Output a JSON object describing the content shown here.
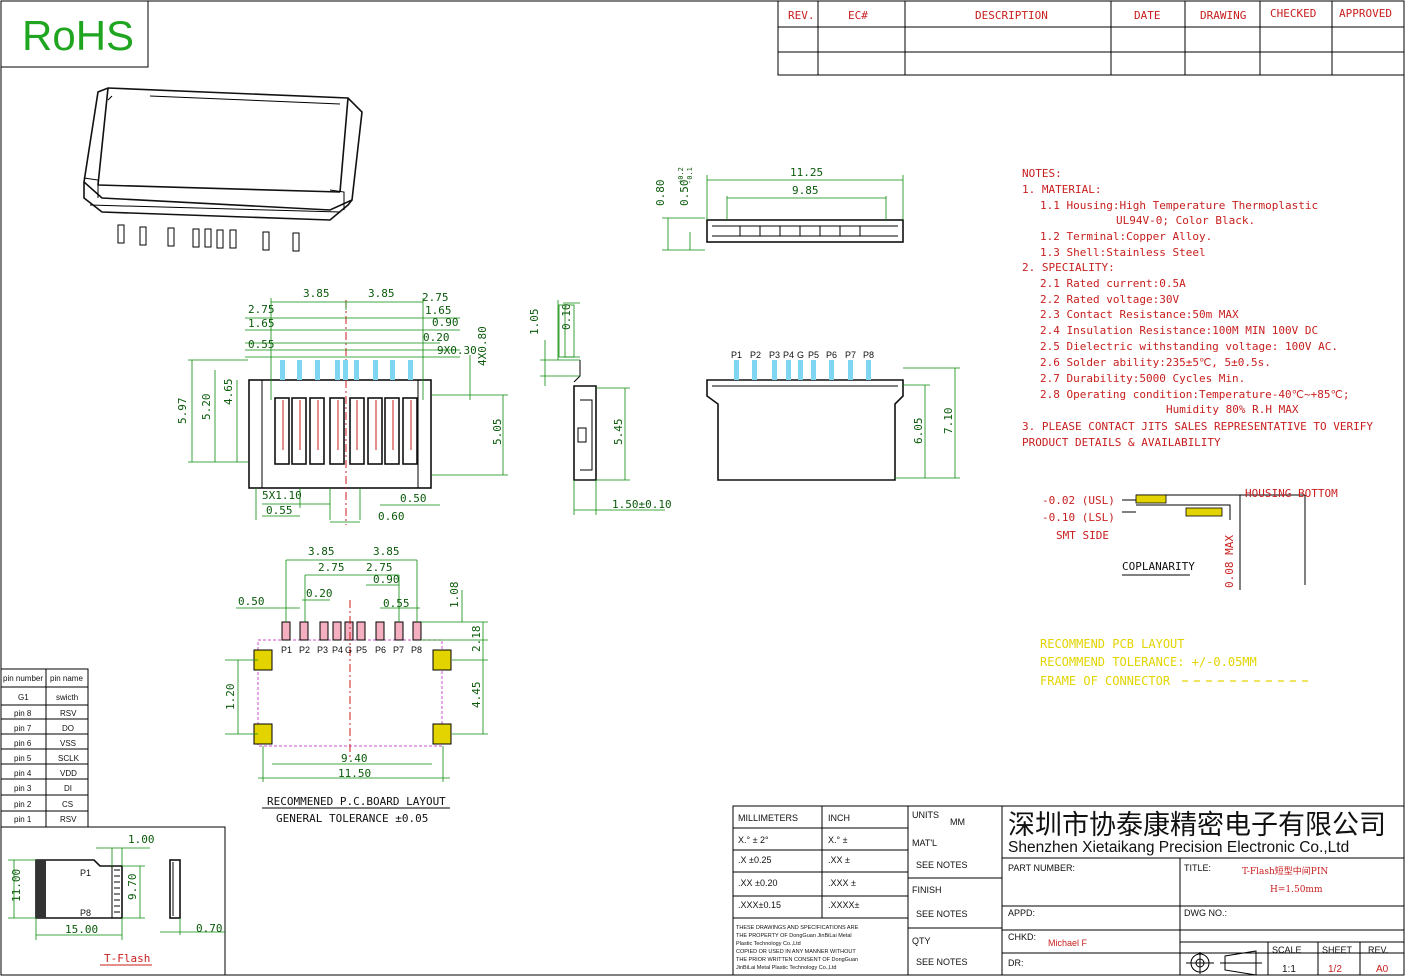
{
  "rohs": "RoHS",
  "revision_table": {
    "headers": [
      "REV.",
      "EC#",
      "DESCRIPTION",
      "DATE",
      "DRAWING",
      "CHECKED",
      "APPROVED"
    ]
  },
  "dimensions": {
    "side_top": [
      "11.25",
      "9.85",
      "0.80",
      "0.50",
      "+0.2",
      "-0.1"
    ],
    "front": [
      "3.85",
      "3.85",
      "2.75",
      "2.75",
      "1.65",
      "1.65",
      "0.90",
      "0.55",
      "0.20",
      "9X0.30",
      "4X0.80",
      "5.97",
      "5.20",
      "4.65",
      "5.05",
      "5X1.10",
      "0.50",
      "0.55",
      "0.60"
    ],
    "side": [
      "1.05",
      "0.10",
      "5.45",
      "1.50±0.10"
    ],
    "rear": [
      "6.05",
      "7.10"
    ],
    "pcb": [
      "3.85",
      "3.85",
      "2.75",
      "2.75",
      "0.90",
      "0.20",
      "0.50",
      "0.55",
      "1.08",
      "2.18",
      "4.45",
      "1.20",
      "9.40",
      "11.50"
    ],
    "tflash": [
      "1.00",
      "11.00",
      "9.70",
      "15.00",
      "0.70"
    ]
  },
  "pins_rear": [
    "P1",
    "P2",
    "P3",
    "P4",
    "G",
    "P5",
    "P6",
    "P7",
    "P8"
  ],
  "pins_pcb": [
    "P1",
    "P2",
    "P3",
    "P4",
    "G",
    "P5",
    "P6",
    "P7",
    "P8"
  ],
  "notes": [
    "NOTES:",
    "1. MATERIAL:",
    "1.1 Housing:High Temperature Thermoplastic",
    "UL94V-0; Color Black.",
    "1.2 Terminal:Copper Alloy.",
    "1.3 Shell:Stainless Steel",
    "2. SPECIALITY:",
    "2.1 Rated current:0.5A",
    "2.2 Rated voltage:30V",
    "2.3 Contact Resistance:50m  MAX",
    "2.4 Insulation Resistance:100M  MIN 100V DC",
    "2.5 Dielectric withstanding voltage: 100V AC.",
    "2.6 Solder ability:235±5℃, 5±0.5s.",
    "2.7 Durability:5000 Cycles Min.",
    "2.8 Operating condition:Temperature-40℃~+85℃;",
    "Humidity 80% R.H MAX",
    "3. PLEASE CONTACT JITS SALES REPRESENTATIVE TO VERIFY",
    "PRODUCT DETAILS & AVAILABILITY"
  ],
  "coplanarity": {
    "usl": "-0.02 (USL)",
    "lsl": "-0.10 (LSL)",
    "smt": "SMT SIDE",
    "housing": "HOUSING BOTTOM",
    "max": "0.08 MAX",
    "title": "COPLANARITY"
  },
  "legend_yellow": [
    "RECOMMEND PCB LAYOUT",
    "RECOMMEND TOLERANCE: +/-0.05MM",
    "FRAME OF CONNECTOR"
  ],
  "pcb_title": "RECOMMENED P.C.BOARD LAYOUT",
  "pcb_tolerance": "GENERAL TOLERANCE ±0.05",
  "pin_table": {
    "headers": [
      "pin number",
      "pin name"
    ],
    "rows": [
      [
        "G1",
        "swicth"
      ],
      [
        "pin 8",
        "RSV"
      ],
      [
        "pin 7",
        "DO"
      ],
      [
        "pin 6",
        "VSS"
      ],
      [
        "pin 5",
        "SCLK"
      ],
      [
        "pin 4",
        "VDD"
      ],
      [
        "pin 3",
        "DI"
      ],
      [
        "pin 2",
        "CS"
      ],
      [
        "pin 1",
        "RSV"
      ]
    ]
  },
  "tflash_label": "T-Flash",
  "tflash_pins": [
    "P1",
    "P8"
  ],
  "title_block": {
    "millimeters": "MILLIMETERS",
    "inch": "INCH",
    "units_label": "UNITS",
    "units_value": "MM",
    "tol_mm": [
      "X.° ± 2°",
      ".X  ±0.25",
      ".XX  ±0.20",
      ".XXX±0.15"
    ],
    "tol_inch": [
      "X.°  ±",
      ".XX  ±",
      ".XXX  ±",
      ".XXXX±"
    ],
    "matl": "MAT'L",
    "see_notes": "SEE NOTES",
    "finish": "FINISH",
    "qty": "QTY",
    "disclaimer": [
      "THESE DRAWINGS AND SPECIFICATIONS ARE",
      "THE PROPERTY OF DongGuan JinBiLai Metal",
      "Plastic Technology Co.,Ltd",
      "COPIED OR USED IN ANY MANNER WITHOUT",
      "THE PRIOR WRITTEN CONSENT OF DongGuan",
      "JinBiLai Metal Plastic Technology Co.,Ltd"
    ],
    "company_cn": "深圳市协泰康精密电子有限公司",
    "company_en": "Shenzhen Xietaikang Precision Electronic Co.,Ltd",
    "part_number": "PART NUMBER:",
    "title_label": "TITLE:",
    "title_value1": "T-Flash短型中间PIN",
    "title_value2": "H=1.50mm",
    "appd": "APPD:",
    "dwg_no": "DWG NO.:",
    "chkd": "CHKD:",
    "chkd_name": "Michael F",
    "dr": "DR:",
    "scale_label": "SCALE",
    "scale_value": "1:1",
    "sheet_label": "SHEET",
    "sheet_value": "1/2",
    "rev_label": "REV.",
    "rev_value": "A0"
  }
}
